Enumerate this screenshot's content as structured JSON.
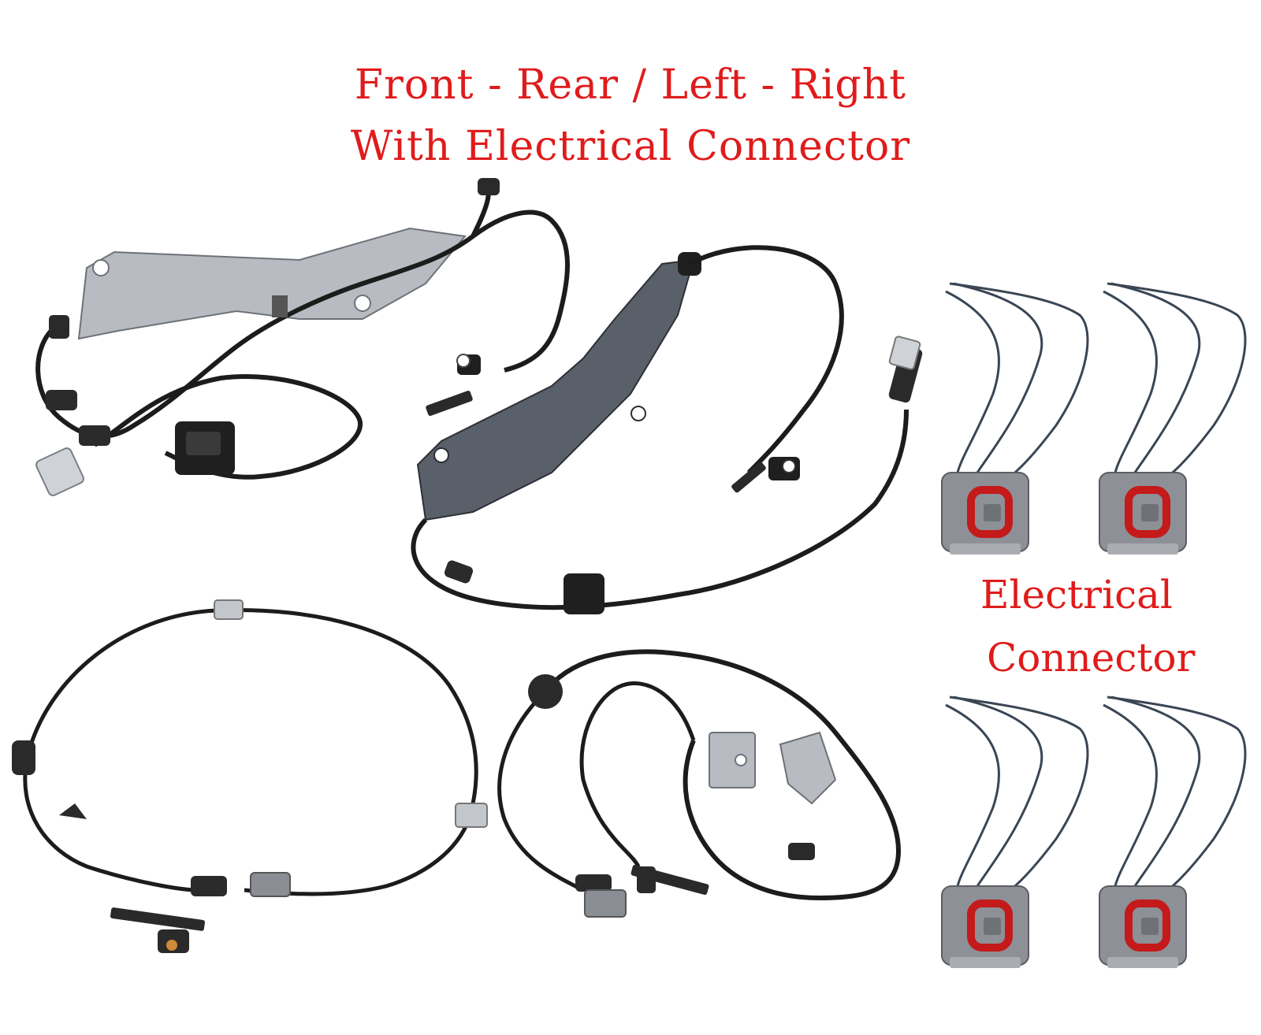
{
  "headline": {
    "line1": "Front - Rear / Left - Right",
    "line2": "With Electrical Connector"
  },
  "connector_label": {
    "line1": "Electrical",
    "line2": "Connector"
  },
  "colors": {
    "text_red": "#e01b1b",
    "cable": "#1c1c1c",
    "bracket": "#a9adb3",
    "bracket_dark": "#4a4f57",
    "connector_body": "#8d9096",
    "connector_red": "#c41a1a"
  }
}
